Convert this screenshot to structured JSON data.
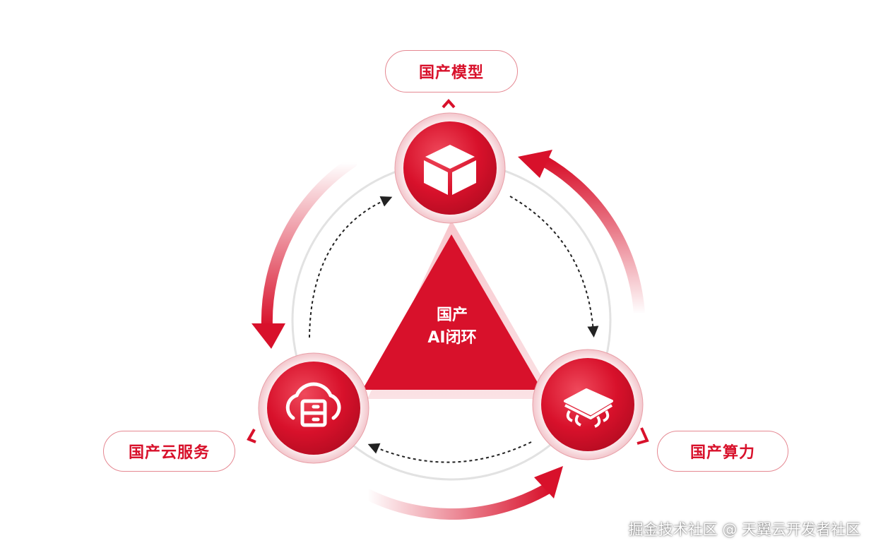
{
  "nodes": {
    "model": {
      "label": "国产模型",
      "icon": "cube-icon"
    },
    "compute": {
      "label": "国产算力",
      "icon": "chip-icon"
    },
    "cloud": {
      "label": "国产云服务",
      "icon": "cloud-server-icon"
    }
  },
  "center": {
    "line1": "国产",
    "line2": "AI闭环"
  },
  "watermark": "掘金技术社区 @ 天翼云开发者社区",
  "colors": {
    "primary": "#d8112b",
    "light": "#f7c9cf",
    "ring": "#e0e0e0"
  }
}
